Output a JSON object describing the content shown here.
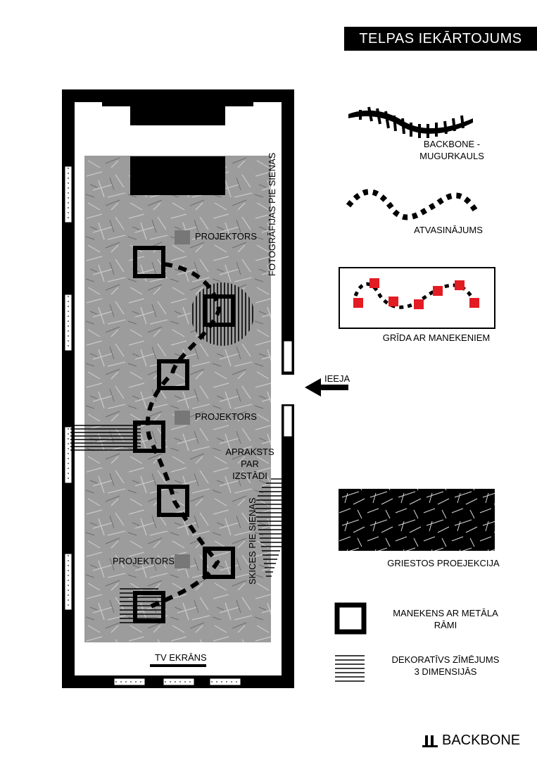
{
  "title": "TELPAS IEKĀRTOJUMS",
  "plan": {
    "projector_labels": [
      "PROJEKTORS",
      "PROJEKTORS",
      "PROJEKTORS"
    ],
    "photos_wall": "FOTOGRĀFIJAS PIE SIENAS",
    "sketches_wall": "SKICES PIE SIENAS",
    "description_line1": "APRAKSTS",
    "description_line2": "PAR IZSTĀDI",
    "tv_screen": "TV EKRĀNS",
    "entrance": "IEEJA"
  },
  "legend": {
    "backbone_line1": "BACKBONE -",
    "backbone_line2": "MUGURKAULS",
    "cooling": "ATVASINĀJUMS",
    "floor": "GRĪDA AR MANEKENIEM",
    "ceiling": "GRIESTOS PROEJEKCIJA",
    "mannequin_line1": "MANEKENS AR METĀLA",
    "mannequin_line2": "RĀMI",
    "drawing_line1": "DEKORATĪVS ZĪMĒJUMS",
    "drawing_line2": "3 DIMENSIJĀS"
  },
  "brand": "BACKBONE",
  "colors": {
    "accent_red": "#e31b23",
    "floor_gray": "#9a9a9a",
    "projector_gray": "#777777"
  }
}
